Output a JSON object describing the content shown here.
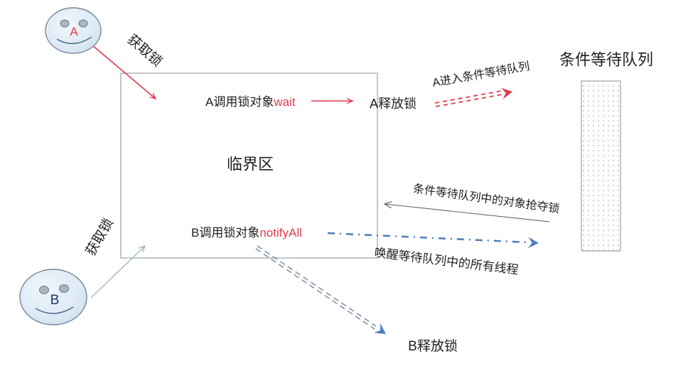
{
  "diagram": {
    "critical_section_label": "临界区",
    "queue_title": "条件等待队列"
  },
  "thread_a": {
    "face_label": "A",
    "acquire_lock": "获取锁",
    "call_prefix": "A调用锁对象",
    "call_method": "wait",
    "release_lock": "A释放锁",
    "enter_queue": "A进入条件等待队列"
  },
  "thread_b": {
    "face_label": "B",
    "acquire_lock": "获取锁",
    "call_prefix": "B调用锁对象",
    "call_method": "notifyAll",
    "release_lock": "B释放锁",
    "wake_all": "唤醒等待队列中的所有线程"
  },
  "queue": {
    "grab_lock": "条件等待队列中的对象抢夺锁"
  },
  "colors": {
    "red": "#e03a4c",
    "steel_blue": "#4f81bd",
    "dashed_gray_blue": "#8a98ab",
    "line_gray": "#9aa3a8",
    "face_fill": "#d8e6f3",
    "text": "#1f1f1f"
  }
}
